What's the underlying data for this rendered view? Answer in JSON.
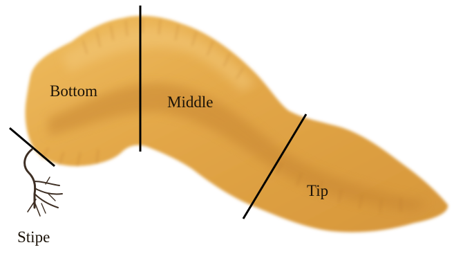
{
  "labels": {
    "bottom": "Bottom",
    "middle": "Middle",
    "tip": "Tip",
    "stipe": "Stipe"
  },
  "colors": {
    "body_light": "#e9b04f",
    "body_mid": "#d39a3c",
    "body_dark": "#b87a2c",
    "divider": "#000000",
    "stipe": "#3e2f24",
    "text": "#1a1208"
  }
}
